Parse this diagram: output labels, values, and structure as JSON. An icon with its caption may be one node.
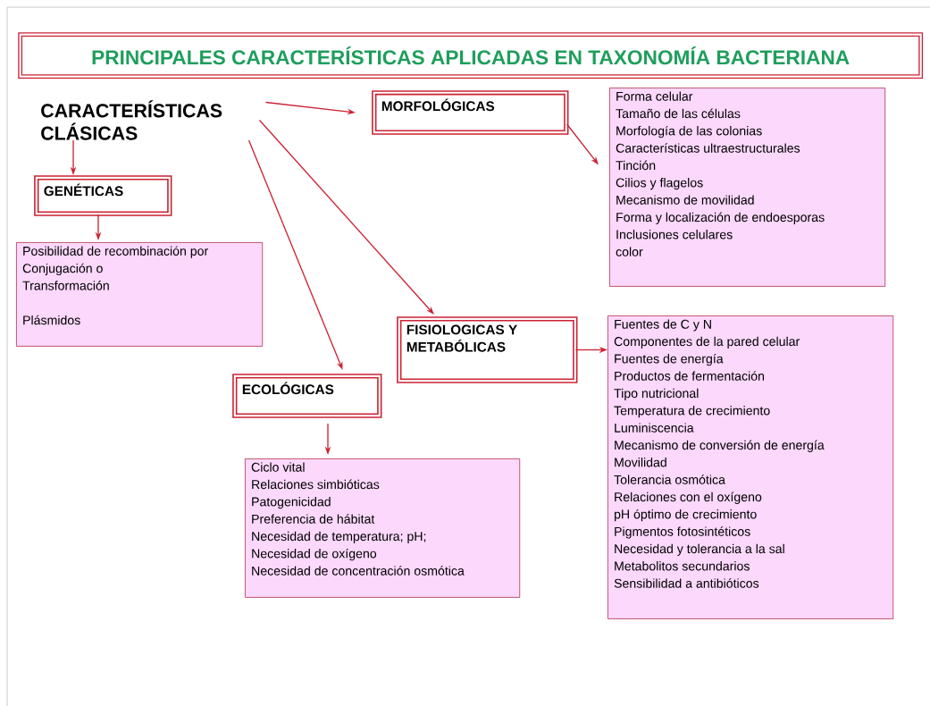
{
  "diagram": {
    "title": "PRINCIPALES CARACTERÍSTICAS APLICADAS EN TAXONOMÍA BACTERIANA",
    "nodes": [
      {
        "text": [
          "CARACTERÍSTICAS CLÁSICAS"
        ]
      },
      {
        "text": [
          "MORFOLÓGICAS"
        ]
      },
      {
        "text": [
          "Forma celular",
          "Tamaño de las células",
          "Morfología de las colonias",
          "Características ultraestructurales",
          "Tinción",
          "Cilios y flagelos",
          "Mecanismo de movilidad",
          "Forma y localización de endoesporas",
          "Inclusiones celulares",
          "color"
        ]
      },
      {
        "text": [
          "GENÉTICAS"
        ]
      },
      {
        "text": [
          "Posibilidad de recombinación por",
          "Conjugación o",
          "Transformación",
          "Plásmidos"
        ]
      },
      {
        "text": [
          "FISIOLOGICAS Y METABÓLICAS"
        ]
      },
      {
        "text": [
          "Fuentes de C y N",
          "Componentes de la pared celular",
          "Fuentes de energía",
          "Productos de fermentación",
          "Tipo nutricional",
          "Temperatura de crecimiento",
          "Luminiscencia",
          "Mecanismo de conversión de energía",
          "Movilidad",
          "Tolerancia osmótica",
          "Relaciones con el oxígeno",
          "pH óptimo de crecimiento",
          "Pigmentos fotosintéticos",
          "Necesidad y tolerancia a la sal",
          "Metabolitos secundarios",
          "Sensibilidad a antibióticos"
        ]
      },
      {
        "text": [
          "ECOLÓGICAS"
        ]
      },
      {
        "text": [
          "Ciclo vital",
          "Relaciones simbióticas",
          "Patogenicidad",
          "Preferencia de hábitat",
          "Necesidad de temperatura; pH;",
          "Necesidad de oxígeno",
          "Necesidad de concentración osmótica"
        ]
      }
    ],
    "edges": [
      {
        "from": 0,
        "to": 1,
        "arrow": "to"
      },
      {
        "from": 0,
        "to": 3,
        "arrow": "to"
      },
      {
        "from": 0,
        "to": 7,
        "arrow": "to"
      },
      {
        "from": 0,
        "to": 5,
        "arrow": "to"
      },
      {
        "from": 1,
        "to": 2,
        "arrow": "to"
      },
      {
        "from": 3,
        "to": 4,
        "arrow": "to"
      },
      {
        "from": 5,
        "to": 6,
        "arrow": "to"
      },
      {
        "from": 7,
        "to": 8,
        "arrow": "to"
      }
    ]
  }
}
